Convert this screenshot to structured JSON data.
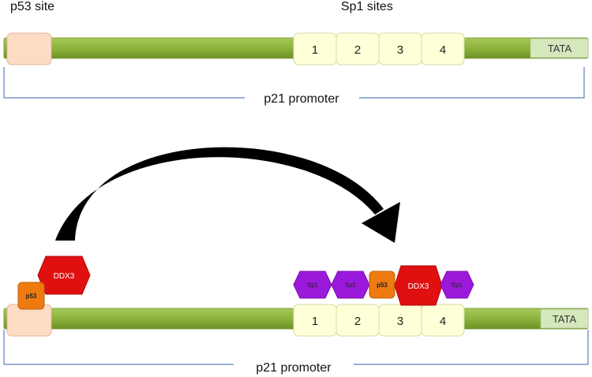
{
  "top": {
    "p53_site_label": "p53 site",
    "sp1_sites_label": "Sp1 sites",
    "site_numbers": [
      "1",
      "2",
      "3",
      "4"
    ],
    "tata_label": "TATA",
    "promoter_label": "p21 promoter"
  },
  "bottom": {
    "site_numbers": [
      "1",
      "2",
      "3",
      "4"
    ],
    "tata_label": "TATA",
    "promoter_label": "p21 promoter",
    "proteins_at_p53_site": [
      "DDX3",
      "p53"
    ],
    "proteins_at_sp1_sites": [
      "Sp1",
      "Sp1",
      "p53",
      "DDX3",
      "Sp1"
    ]
  },
  "colors": {
    "dna_bar": "#8DB33B",
    "p53_site_box": "#FCDCC4",
    "sp1_site_box": "#FFFFD8",
    "tata_box": "#D5E8BD",
    "bracket_line": "#5B7FBF",
    "ddx3": "#E01010",
    "p53_protein": "#EE7A10",
    "sp1_protein": "#9B19DB",
    "arrow": "#000000"
  }
}
